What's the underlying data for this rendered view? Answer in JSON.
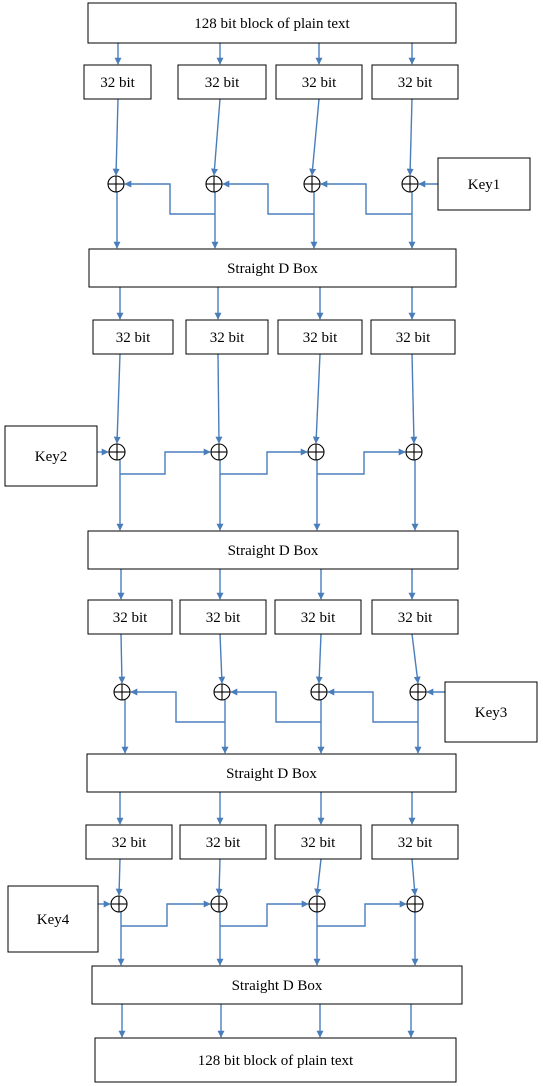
{
  "input_block": {
    "label": "128 bit block of plain text"
  },
  "output_block": {
    "label": "128 bit block of plain text"
  },
  "segment_label": "32 bit",
  "dbox_label": "Straight D Box",
  "keys": [
    {
      "label": "Key1"
    },
    {
      "label": "Key2"
    },
    {
      "label": "Key3"
    },
    {
      "label": "Key4"
    }
  ],
  "colors": {
    "arrow": "#4a7ebb",
    "box_stroke": "#000000",
    "background": "#ffffff"
  }
}
